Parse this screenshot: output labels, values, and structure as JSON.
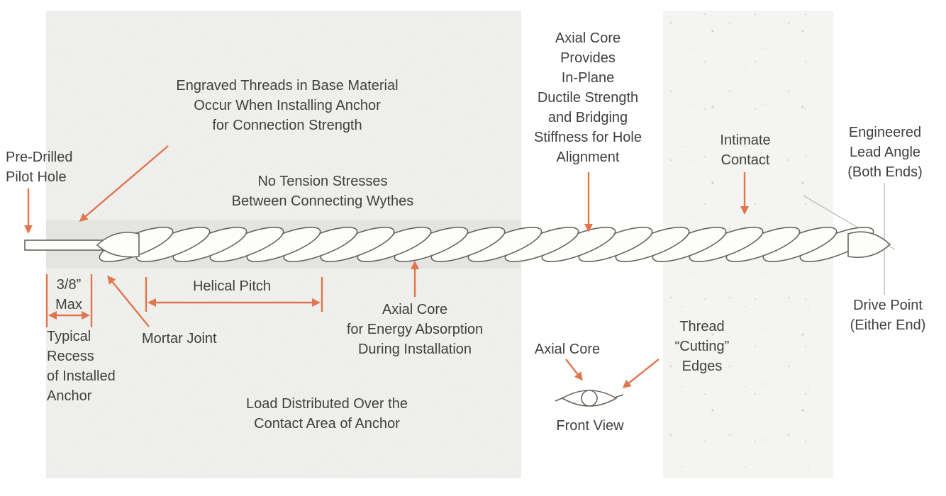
{
  "diagram": {
    "labels": {
      "pre_drilled": "Pre-Drilled\nPilot Hole",
      "engraved_threads": "Engraved Threads in Base Material\nOccur When Installing Anchor\nfor Connection Strength",
      "no_tension": "No Tension Stresses\nBetween Connecting Wythes",
      "axial_core_provides": "Axial Core\nProvides\nIn-Plane\nDuctile Strength\nand Bridging\nStiffness for Hole\nAlignment",
      "intimate_contact": "Intimate\nContact",
      "engineered_lead_angle": "Engineered\nLead Angle\n(Both Ends)",
      "max_recess": "3/8”\nMax",
      "helical_pitch": "Helical Pitch",
      "mortar_joint": "Mortar Joint",
      "typical_recess": "Typical\nRecess\nof Installed\nAnchor",
      "axial_core_energy": "Axial Core\nfor Energy Absorption\nDuring Installation",
      "load_distributed": "Load Distributed Over the\nContact Area of Anchor",
      "axial_core_front": "Axial Core",
      "front_view": "Front View",
      "thread_cutting_edges": "Thread\n“Cutting”\nEdges",
      "drive_point": "Drive Point\n(Either End)"
    },
    "colors": {
      "accent_arrow": "#e0764e",
      "text": "#403f3d",
      "anchor_outline": "#66665f",
      "panel_left_bg": "#f0f0ee",
      "panel_right_bg": "#f4f4f2",
      "mortar_band": "#e4e4e0"
    }
  }
}
